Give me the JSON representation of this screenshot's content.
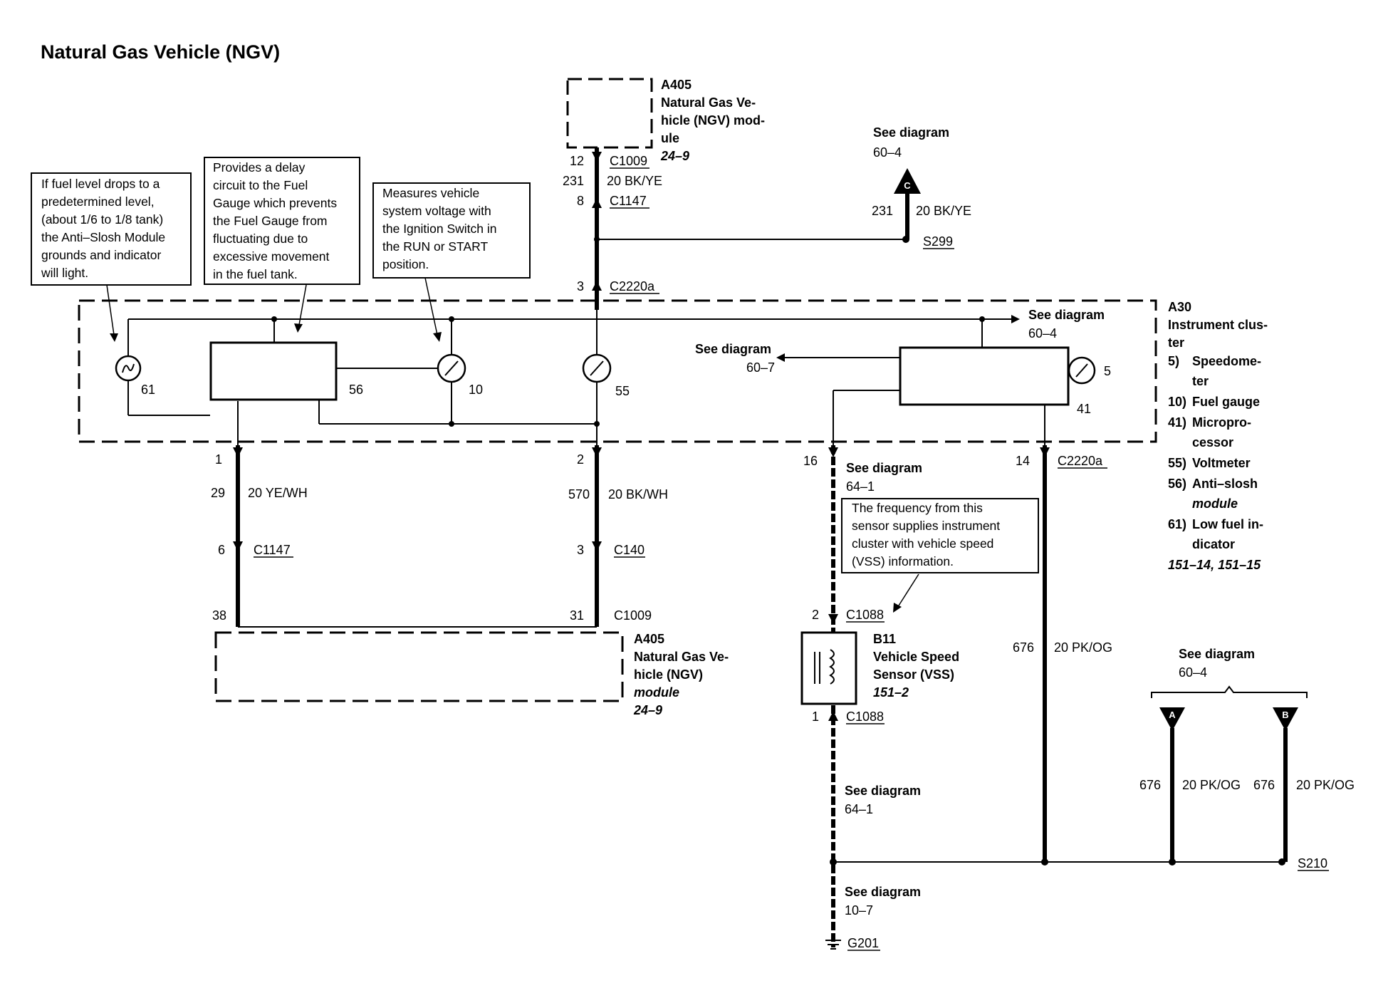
{
  "title": "Natural Gas Vehicle (NGV)",
  "notes": {
    "anti_slosh": [
      "If fuel level drops to a",
      "predetermined level,",
      "(about 1/6 to 1/8 tank)",
      "the Anti–Slosh Module",
      "grounds and indicator",
      "will light."
    ],
    "delay": [
      "Provides a delay",
      "circuit to the Fuel",
      "Gauge which prevents",
      "the Fuel Gauge from",
      "fluctuating due to",
      "excessive movement",
      "in the fuel tank."
    ],
    "voltmeter": [
      "Measures vehicle",
      "system voltage with",
      "the Ignition Switch in",
      "the RUN or START",
      "position."
    ],
    "vss": [
      "The frequency from this",
      "sensor supplies instrument",
      "cluster with vehicle speed",
      "(VSS) information."
    ]
  },
  "module_top": {
    "id": "A405",
    "name_lines": [
      "Natural Gas Ve-",
      "hicle (NGV) mod-",
      "ule"
    ],
    "ref": "24–9"
  },
  "module_bottom": {
    "id": "A405",
    "name_lines": [
      "Natural Gas Ve-",
      "hicle (NGV)",
      "module"
    ],
    "ref": "24–9"
  },
  "cluster": {
    "id": "A30",
    "name_lines": [
      "Instrument clus-",
      "ter"
    ],
    "legend": [
      {
        "num": "5)",
        "lines": [
          "Speedome-",
          "ter"
        ]
      },
      {
        "num": "10)",
        "lines": [
          "Fuel gauge"
        ]
      },
      {
        "num": "41)",
        "lines": [
          "Micropro-",
          "cessor"
        ]
      },
      {
        "num": "55)",
        "lines": [
          "Voltmeter"
        ]
      },
      {
        "num": "56)",
        "lines": [
          "Anti–slosh",
          "module"
        ]
      },
      {
        "num": "61)",
        "lines": [
          "Low fuel in-",
          "dicator"
        ]
      }
    ],
    "ref": "151–14, 151–15",
    "components": {
      "low_fuel": "61",
      "anti_slosh": "56",
      "fuel_gauge": "10",
      "voltmeter": "55",
      "speedometer": "5",
      "micro": "41"
    }
  },
  "sensor": {
    "id": "B11",
    "name_lines": [
      "Vehicle Speed",
      "Sensor (VSS)"
    ],
    "ref": "151–2"
  },
  "see_diagram": "See diagram",
  "refs": {
    "r60_4": "60–4",
    "r60_7": "60–7",
    "r64_1": "64–1",
    "r10_7": "10–7"
  },
  "connectors": {
    "c1009": "C1009",
    "c1147": "C1147",
    "c2220a": "C2220a",
    "c140": "C140",
    "c1088": "C1088",
    "s299": "S299",
    "s210": "S210",
    "g201": "G201"
  },
  "pins": {
    "p12": "12",
    "p8": "8",
    "p3": "3",
    "p1": "1",
    "p6": "6",
    "p38": "38",
    "p2": "2",
    "p31": "31",
    "p16": "16",
    "p14": "14",
    "p2b": "2",
    "p1b": "1",
    "p3b": "3"
  },
  "wires": {
    "w231": {
      "circuit": "231",
      "spec": "20 BK/YE"
    },
    "w29": {
      "circuit": "29",
      "spec": "20 YE/WH"
    },
    "w570": {
      "circuit": "570",
      "spec": "20 BK/WH"
    },
    "w676": {
      "circuit": "676",
      "spec": "20 PK/OG"
    }
  },
  "off_page": {
    "c": "C",
    "a": "A",
    "b": "B"
  }
}
